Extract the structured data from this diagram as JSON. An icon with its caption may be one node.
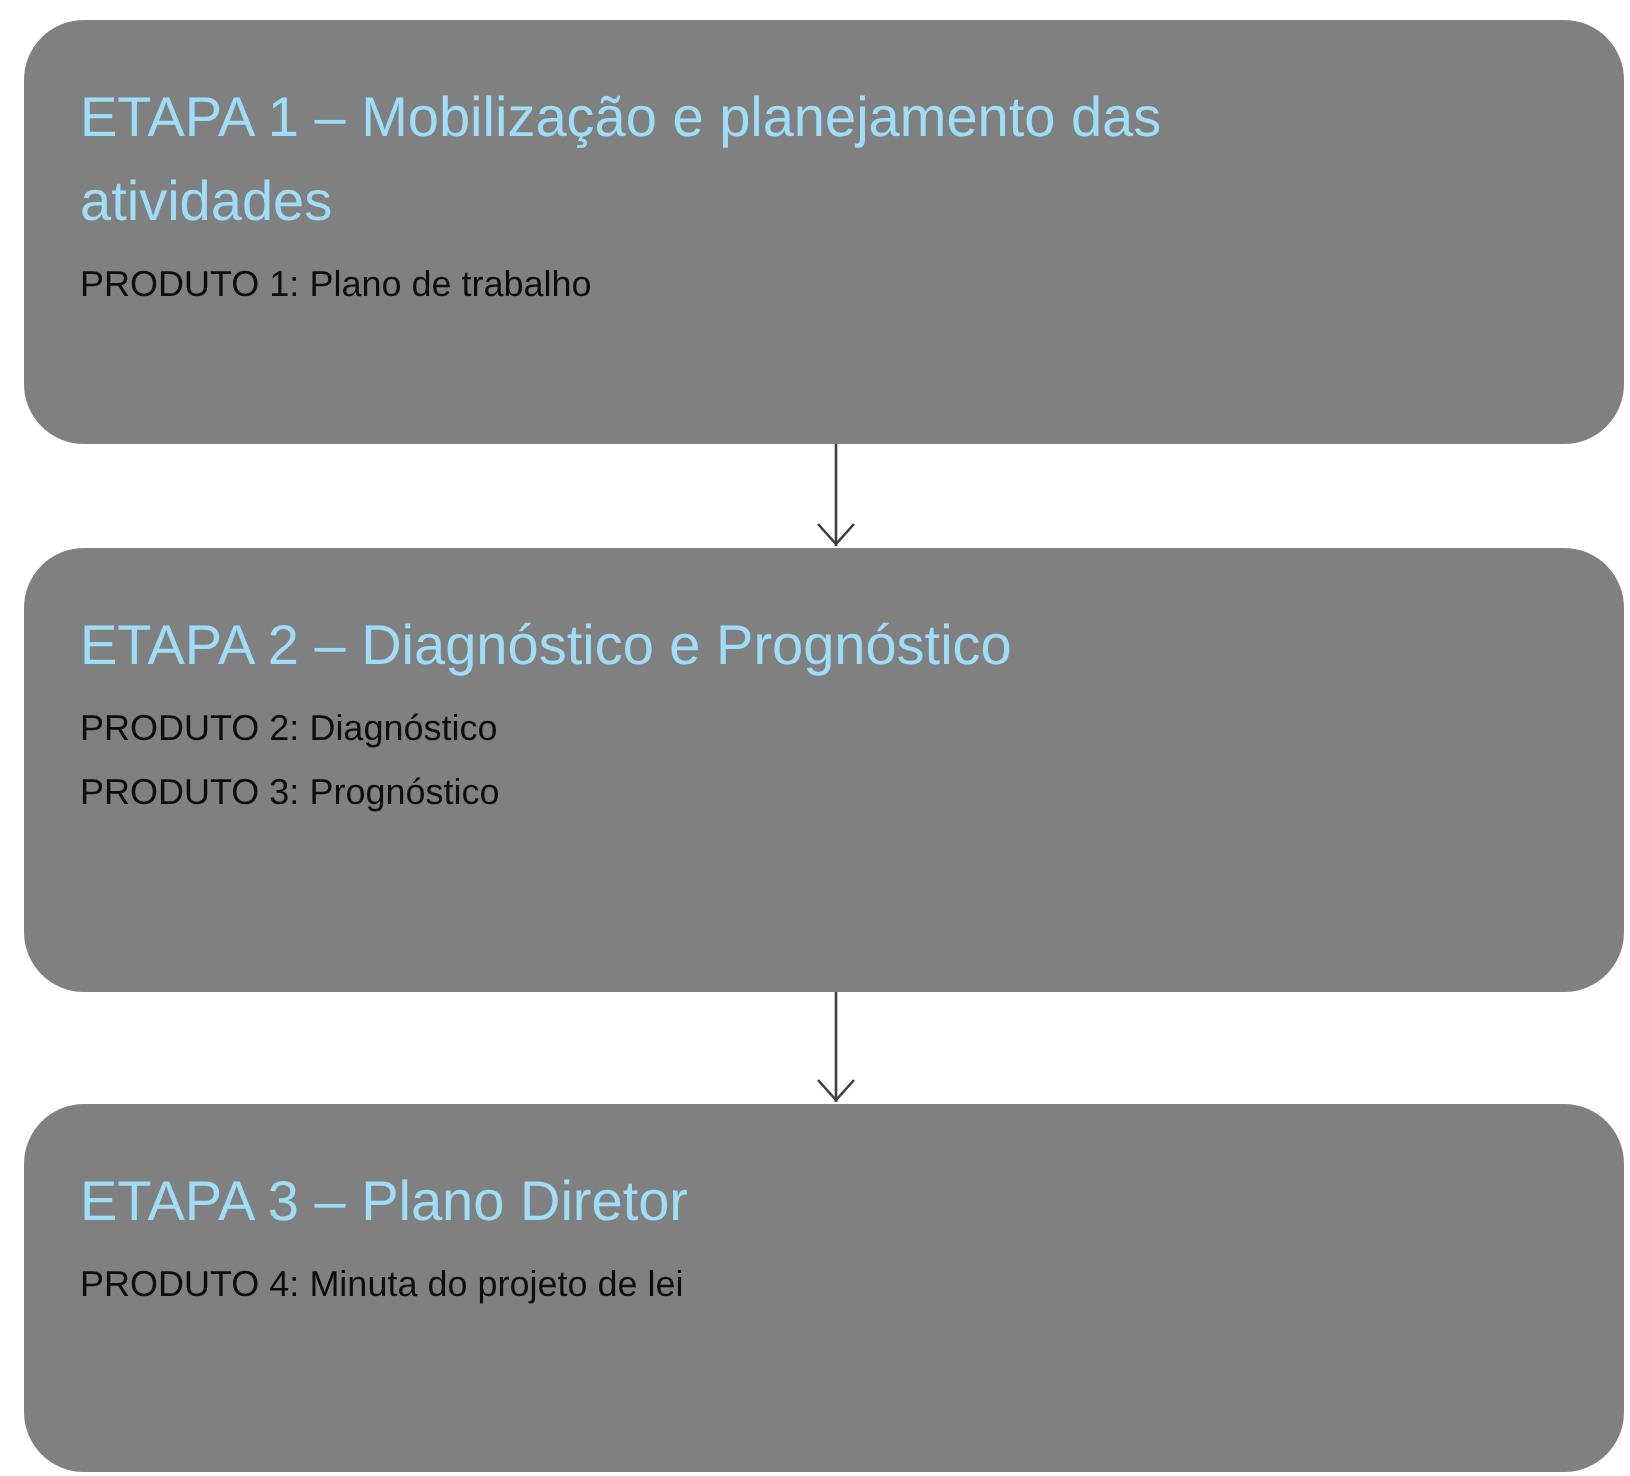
{
  "diagram": {
    "nodes": [
      {
        "text": [
          "ETAPA 1 – Mobilização e planejamento das atividades",
          "PRODUTO 1: Plano de trabalho"
        ]
      },
      {
        "text": [
          "ETAPA 2 – Diagnóstico e Prognóstico",
          "PRODUTO 2: Diagnóstico",
          "PRODUTO 3: Prognóstico"
        ]
      },
      {
        "text": [
          "ETAPA 3 – Plano Diretor",
          "PRODUTO 4: Minuta do projeto de lei"
        ]
      }
    ],
    "edges": [
      {
        "from": 0,
        "to": 1,
        "arrow": "to"
      },
      {
        "from": 1,
        "to": 2,
        "arrow": "to"
      }
    ]
  }
}
